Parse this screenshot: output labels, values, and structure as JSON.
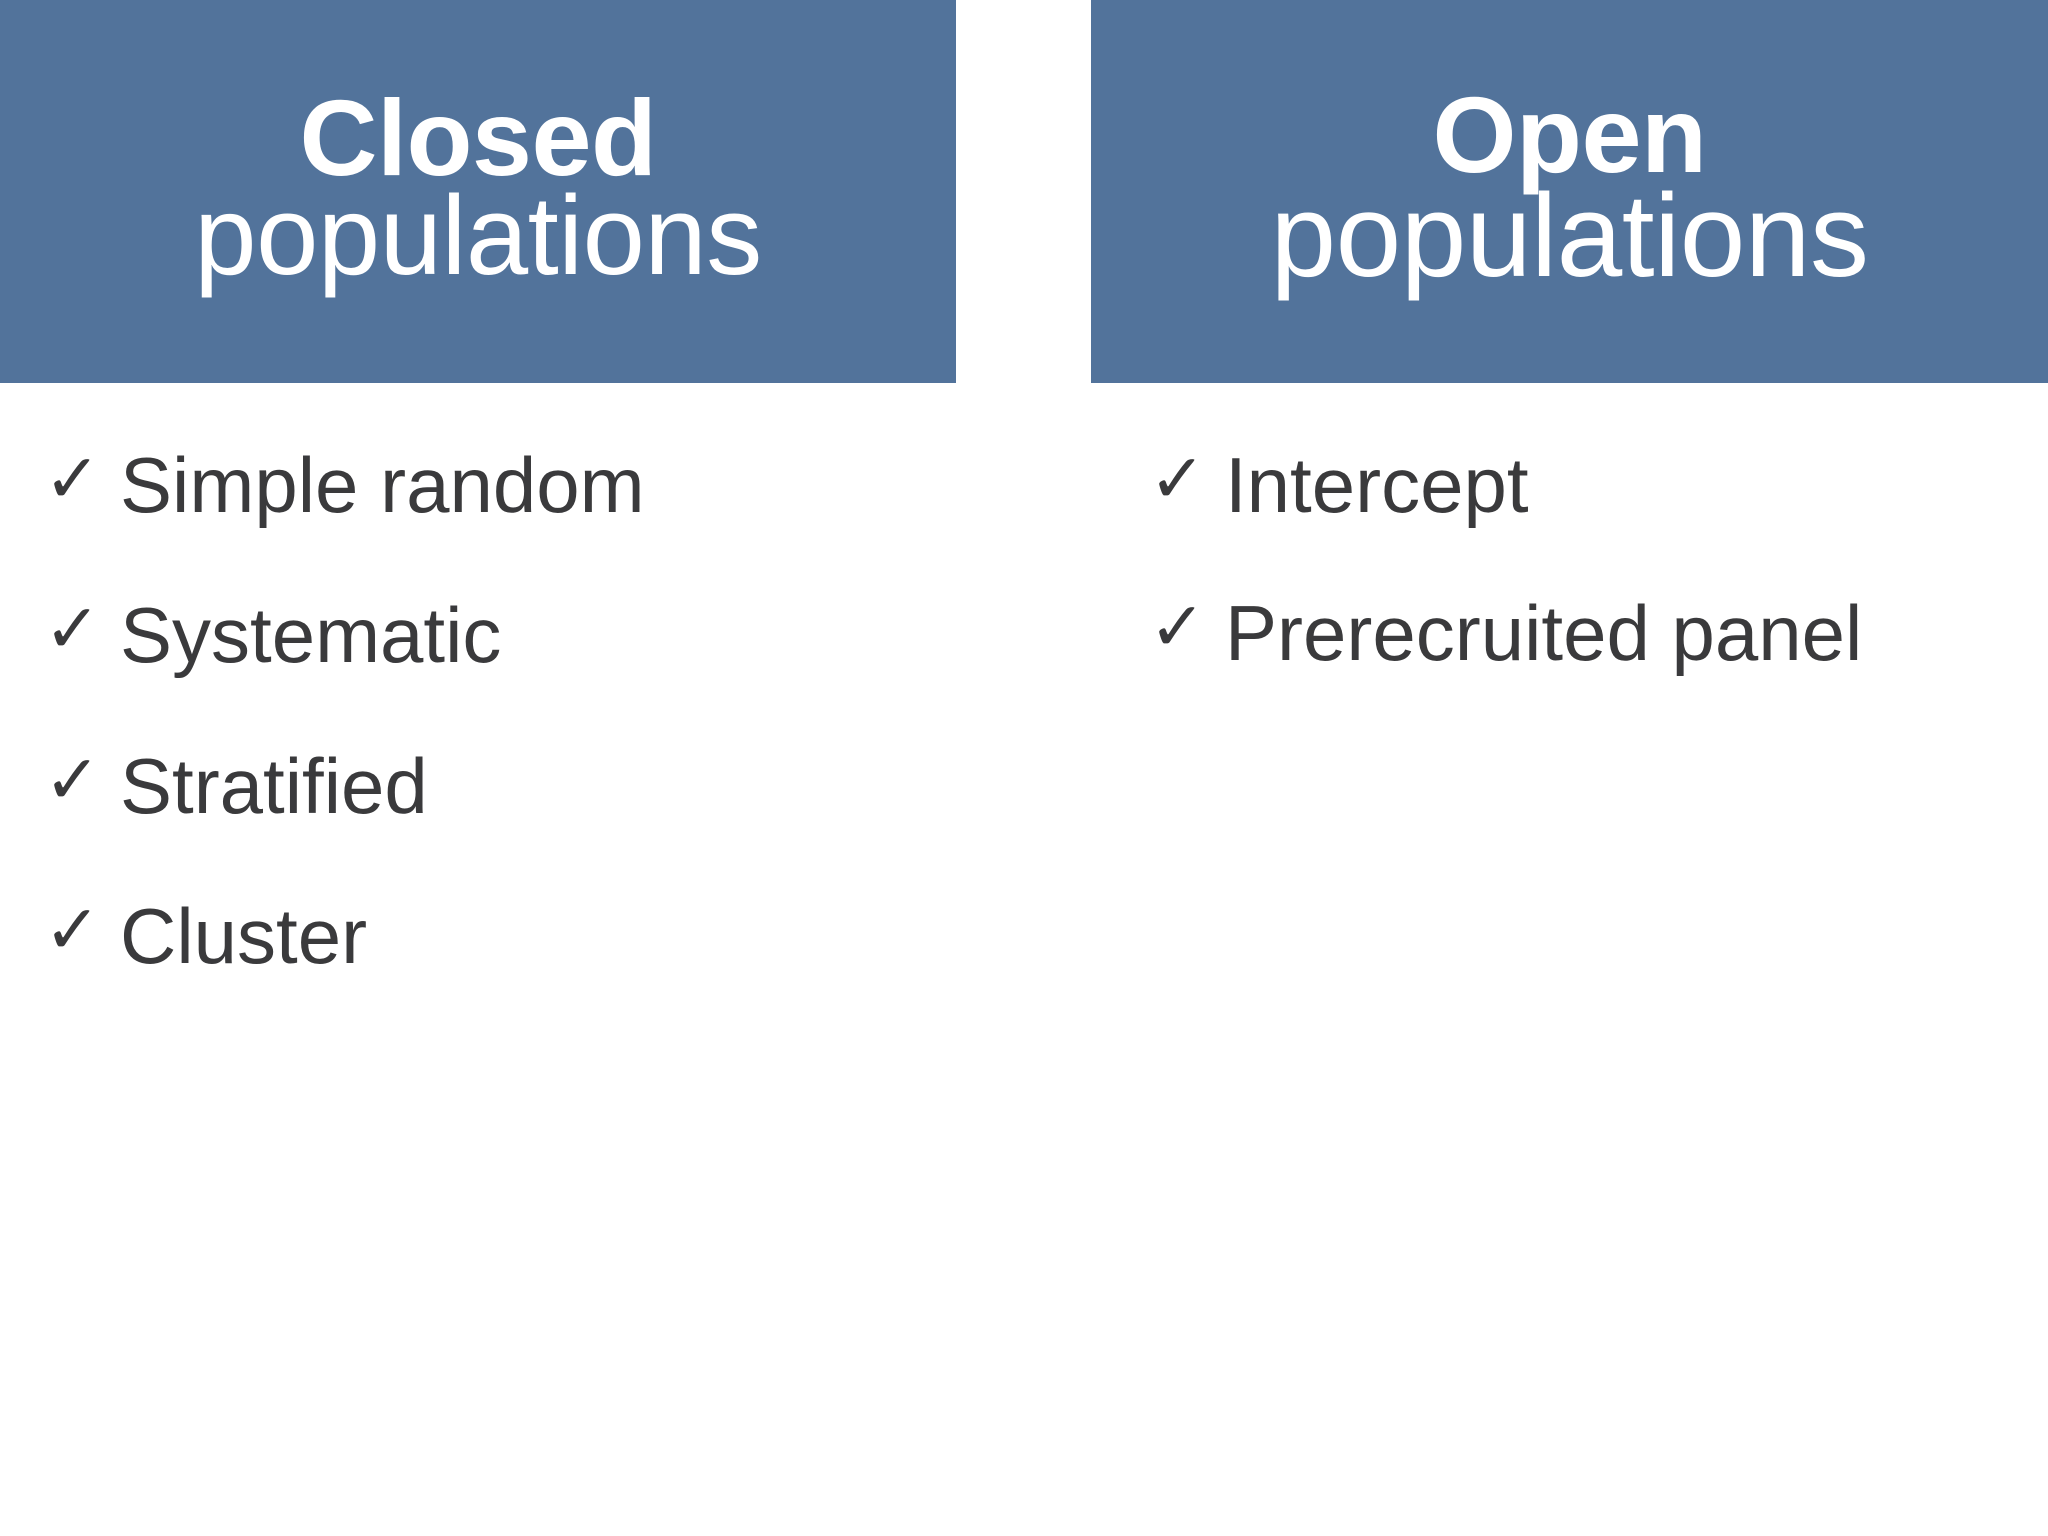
{
  "slide": {
    "background_color": "#ffffff",
    "banner_color": "#52739b",
    "banner_text_color": "#ffffff",
    "bullet_text_color": "#3a3a3c",
    "check_glyph": "✓"
  },
  "columns": [
    {
      "id": "closed",
      "header": {
        "emphasis_line": "Closed",
        "plain_line": "populations"
      },
      "items": [
        {
          "check": "✓",
          "label": "Simple random"
        },
        {
          "check": "✓",
          "label": "Systematic"
        },
        {
          "check": "✓",
          "label": "Stratified"
        },
        {
          "check": "✓",
          "label": "Cluster"
        }
      ]
    },
    {
      "id": "open",
      "header": {
        "emphasis_line": "Open",
        "plain_line": "populations"
      },
      "items": [
        {
          "check": "✓",
          "label": "Intercept"
        },
        {
          "check": "✓",
          "label": "Prerecruited panel"
        }
      ]
    }
  ]
}
